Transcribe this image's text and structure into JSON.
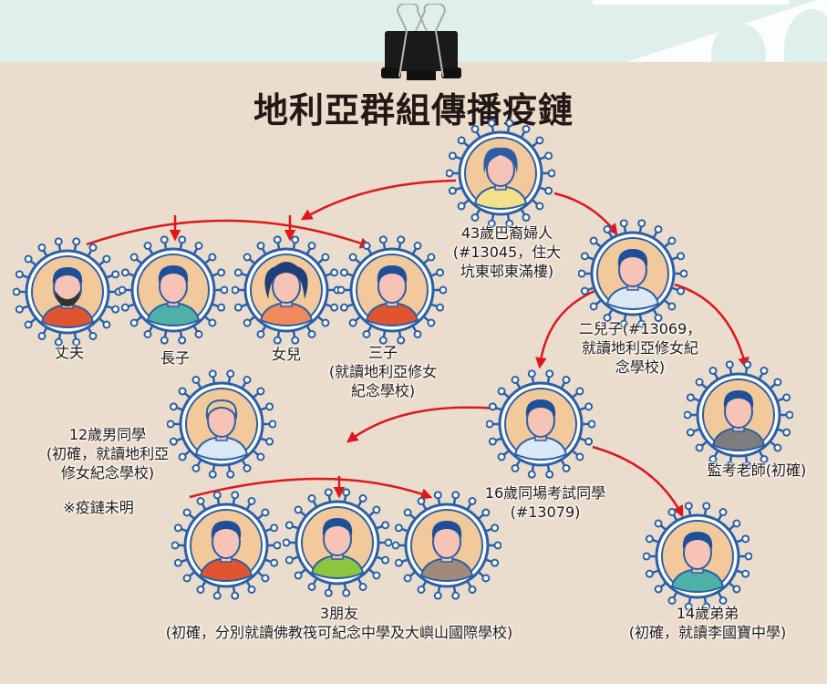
{
  "title": "地利亞群組傳播疫鏈",
  "colors": {
    "arrow": "#e0161b",
    "virus": "#2a5fa8",
    "inner": "#f2c99a",
    "face": "#f7c3b6"
  },
  "nodes": {
    "mother": {
      "lines": [
        "43歲巴裔婦人",
        "(#13045，住大",
        "坑東邨東滿樓)"
      ]
    },
    "husband": {
      "lines": [
        "丈夫"
      ]
    },
    "eldest_son": {
      "lines": [
        "長子"
      ]
    },
    "daughter": {
      "lines": [
        "女兒"
      ]
    },
    "third_son": {
      "lines": [
        "三子",
        "(就讀地利亞修女",
        "紀念學校)"
      ]
    },
    "second_son": {
      "lines": [
        "二兒子(#13069，",
        "就讀地利亞修女紀",
        "念學校)"
      ]
    },
    "boy_classmate": {
      "lines": [
        "12歲男同學",
        "(初確，就讀地利亞",
        "修女紀念學校)"
      ],
      "note": "※疫鏈未明"
    },
    "exam_classmate": {
      "lines": [
        "16歲同場考試同學",
        "(#13079)"
      ]
    },
    "proctor": {
      "lines": [
        "監考老師(初確)"
      ]
    },
    "friends": {
      "lines": [
        "3朋友",
        "(初確，分別就讀佛教筏可紀念中學及大嶼山國際學校)"
      ]
    },
    "brother": {
      "lines": [
        "14歲弟弟",
        "(初確，就讀李國寶中學)"
      ]
    }
  }
}
